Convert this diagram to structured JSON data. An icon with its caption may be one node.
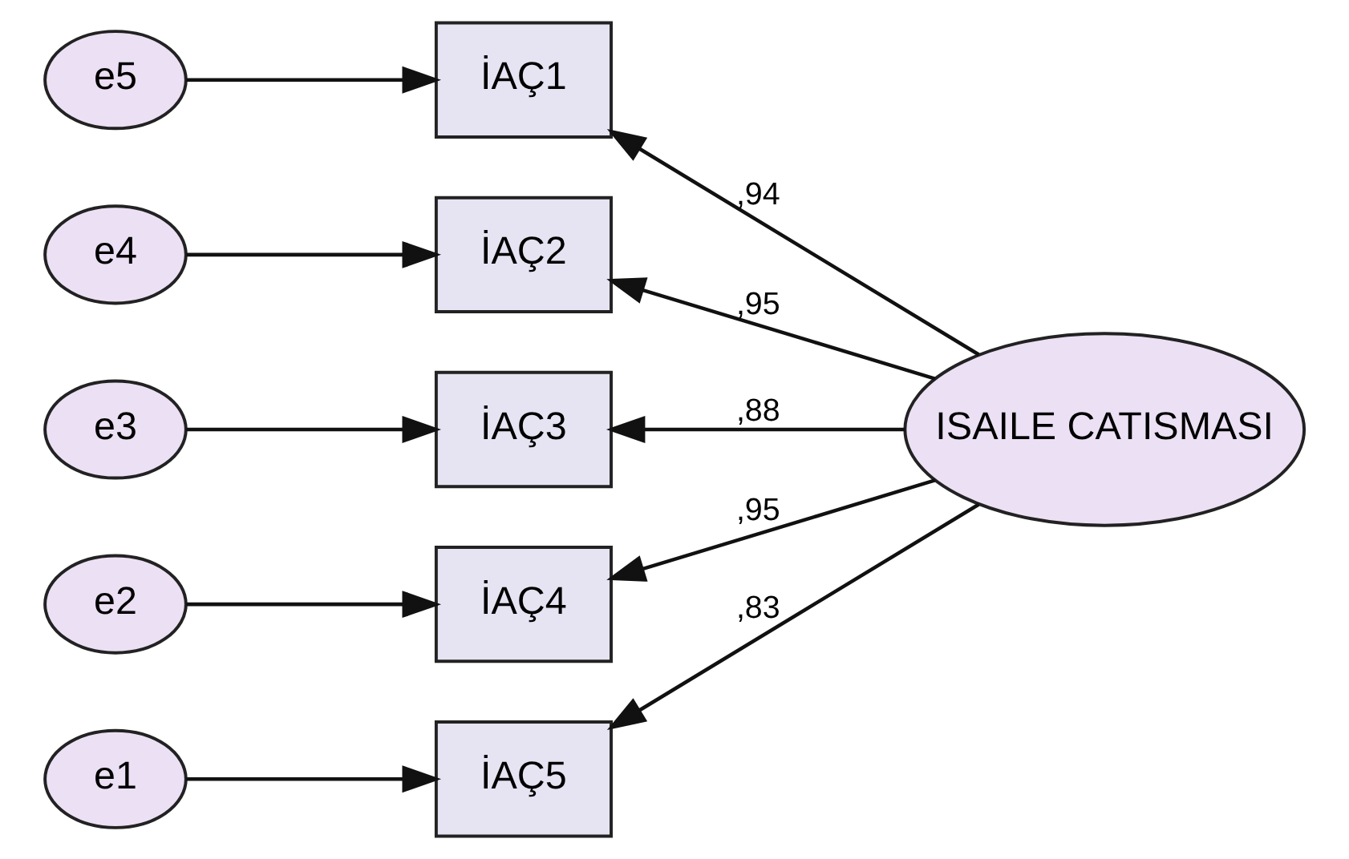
{
  "diagram": {
    "nodes": [
      {
        "text": [
          "e5"
        ]
      },
      {
        "text": [
          "İAÇ1"
        ]
      },
      {
        "text": [
          "e4"
        ]
      },
      {
        "text": [
          "İAÇ2"
        ]
      },
      {
        "text": [
          "e3"
        ]
      },
      {
        "text": [
          "İAÇ3"
        ]
      },
      {
        "text": [
          "e2"
        ]
      },
      {
        "text": [
          "İAÇ4"
        ]
      },
      {
        "text": [
          "e1"
        ]
      },
      {
        "text": [
          "İAÇ5"
        ]
      },
      {
        "text": [
          "ISAILE CATISMASI"
        ]
      }
    ],
    "edges": [
      {
        "from": 0,
        "to": 1,
        "arrow": "to"
      },
      {
        "from": 2,
        "to": 3,
        "arrow": "to"
      },
      {
        "from": 4,
        "to": 5,
        "arrow": "to"
      },
      {
        "from": 6,
        "to": 7,
        "arrow": "to"
      },
      {
        "from": 8,
        "to": 9,
        "arrow": "to"
      },
      {
        "from": 10,
        "to": 1,
        "arrow": "to",
        "label": ",94"
      },
      {
        "from": 10,
        "to": 3,
        "arrow": "to",
        "label": ",95"
      },
      {
        "from": 10,
        "to": 5,
        "arrow": "to",
        "label": ",88"
      },
      {
        "from": 10,
        "to": 7,
        "arrow": "to",
        "label": ",95"
      },
      {
        "from": 10,
        "to": 9,
        "arrow": "to",
        "label": ",83"
      }
    ]
  }
}
